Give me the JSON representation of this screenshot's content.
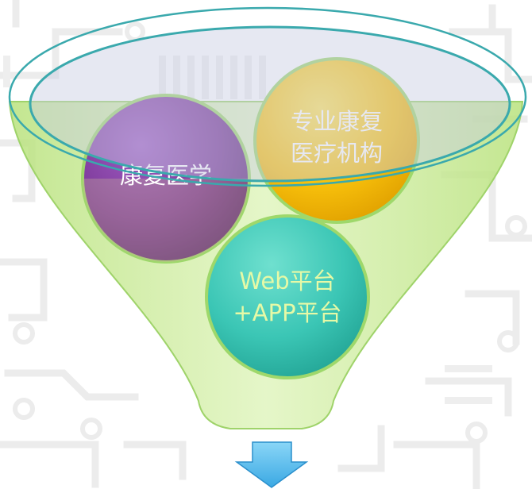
{
  "funnel": {
    "circles": [
      {
        "lines": [
          "康复医学"
        ],
        "color": "#7d3a99",
        "label_color": "#ffffff"
      },
      {
        "lines": [
          "专业康复",
          "医疗机构"
        ],
        "color": "#f9c20c",
        "label_color": "#ffffff"
      },
      {
        "lines": [
          "Web平台",
          "+APP平台"
        ],
        "color": "#3bc6b5",
        "label_color": "#e6f9a6"
      }
    ],
    "funnel_color": "#c9eb97",
    "rim_color": "#3aa9ad",
    "arrow_color": "#5ec1ef",
    "background_pattern": "circuit-board"
  }
}
